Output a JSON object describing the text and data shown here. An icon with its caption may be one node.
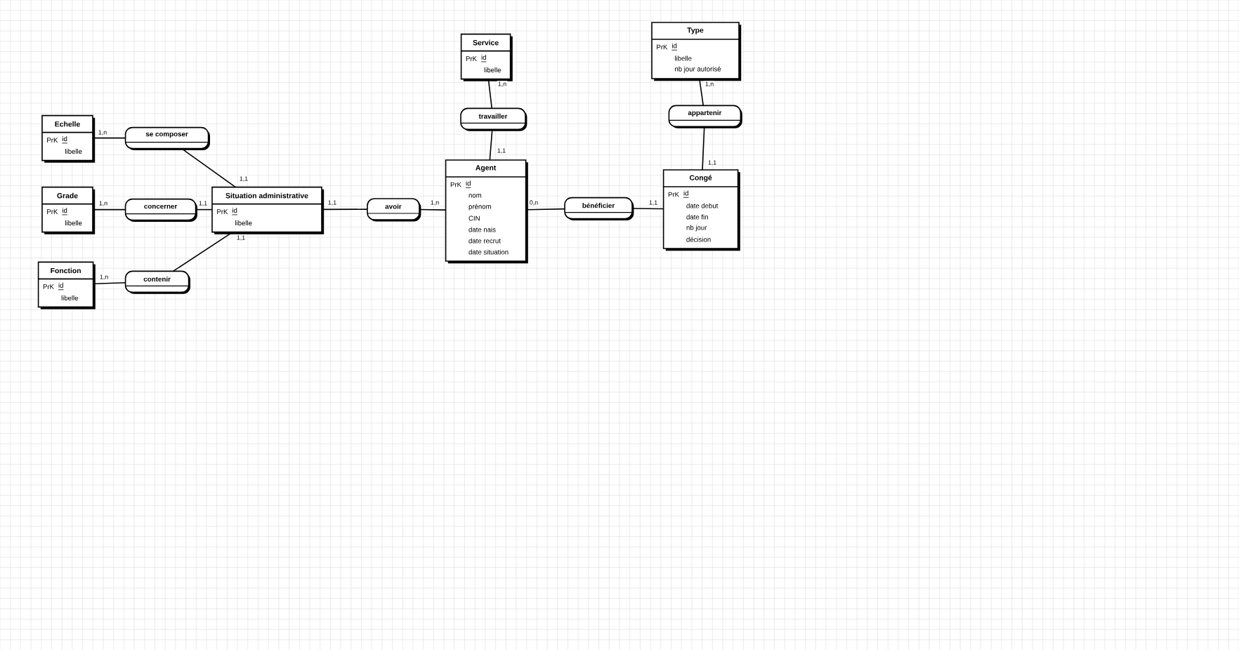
{
  "diagram": {
    "nodes": [
      {
        "text": [
          "Echelle",
          "PrK",
          "id",
          "libelle"
        ]
      },
      {
        "text": [
          "se composer"
        ]
      },
      {
        "text": [
          "Grade",
          "PrK",
          "id",
          "libelle"
        ]
      },
      {
        "text": [
          "concerner"
        ]
      },
      {
        "text": [
          "Fonction",
          "PrK",
          "id",
          "libelle"
        ]
      },
      {
        "text": [
          "contenir"
        ]
      },
      {
        "text": [
          "Situation administrative",
          "PrK",
          "id",
          "libelle"
        ]
      },
      {
        "text": [
          "avoir"
        ]
      },
      {
        "text": [
          "Service",
          "PrK",
          "id",
          "libelle"
        ]
      },
      {
        "text": [
          "travailler"
        ]
      },
      {
        "text": [
          "Agent",
          "PrK",
          "id",
          "nom",
          "prénom",
          "CIN",
          "date nais",
          "date recrut",
          "date situation"
        ]
      },
      {
        "text": [
          "bénéficier"
        ]
      },
      {
        "text": [
          "Type",
          "PrK",
          "id",
          "libelle",
          "nb jour autorisé"
        ]
      },
      {
        "text": [
          "appartenir"
        ]
      },
      {
        "text": [
          "Congé",
          "PrK",
          "id",
          "date debut",
          "date fin",
          "nb jour",
          "décision"
        ]
      }
    ],
    "edges": [
      {
        "from": 0,
        "to": 1,
        "arrow": "none",
        "label": "1,n"
      },
      {
        "from": 1,
        "to": 6,
        "arrow": "none",
        "label": "1,1"
      },
      {
        "from": 2,
        "to": 3,
        "arrow": "none",
        "label": "1,n"
      },
      {
        "from": 3,
        "to": 6,
        "arrow": "none",
        "label": "1,1"
      },
      {
        "from": 4,
        "to": 5,
        "arrow": "none",
        "label": "1,n"
      },
      {
        "from": 5,
        "to": 6,
        "arrow": "none",
        "label": "1,1"
      },
      {
        "from": 6,
        "to": 7,
        "arrow": "none",
        "label": "1,1"
      },
      {
        "from": 7,
        "to": 10,
        "arrow": "none",
        "label": "1,n"
      },
      {
        "from": 8,
        "to": 9,
        "arrow": "none",
        "label": "1,n"
      },
      {
        "from": 9,
        "to": 10,
        "arrow": "none",
        "label": "1,1"
      },
      {
        "from": 10,
        "to": 11,
        "arrow": "none",
        "label": "0,n"
      },
      {
        "from": 11,
        "to": 14,
        "arrow": "none",
        "label": "1,1"
      },
      {
        "from": 12,
        "to": 13,
        "arrow": "none",
        "label": "1,n"
      },
      {
        "from": 13,
        "to": 14,
        "arrow": "none",
        "label": "1,1"
      }
    ]
  }
}
